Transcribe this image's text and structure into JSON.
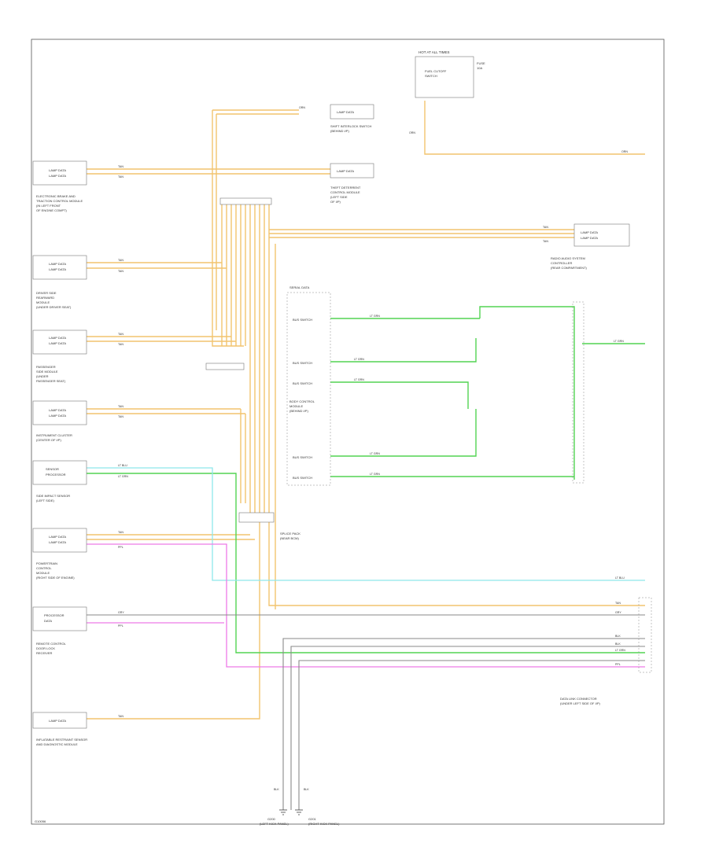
{
  "colors": {
    "orange": "#f2c46e",
    "green": "#52d452",
    "cyan": "#8ee8ea",
    "pink": "#ee7ae8",
    "gray": "#8a8a8a",
    "dark": "#333333"
  },
  "components": {
    "top_box": {
      "header": "HOT AT ALL TIMES",
      "lines": [
        "FUEL CUTOFF",
        "SWITCH"
      ],
      "side": [
        "FUSE",
        "10A"
      ]
    },
    "left1": {
      "lines": [
        "LAMP DATA",
        "LAMP DATA"
      ],
      "caption": [
        "ELECTRONIC BRAKE AND",
        "TRACTION CONTROL MODULE",
        "(IN LEFT FRONT",
        "OF ENGINE COMPT)"
      ]
    },
    "left2": {
      "lines": [
        "LAMP DATA",
        "LAMP DATA"
      ],
      "caption": [
        "DRIVER SIDE",
        "REARWARD",
        "MODULE",
        "(UNDER DRIVER SEAT)"
      ]
    },
    "left3": {
      "lines": [
        "LAMP DATA",
        "LAMP DATA"
      ],
      "caption": [
        "PASSENGER",
        "SIDE MODULE",
        "(UNDER",
        "PASSENGER SEAT)"
      ]
    },
    "left4": {
      "lines": [
        "LAMP DATA",
        "LAMP DATA"
      ],
      "caption": [
        "INSTRUMENT CLUSTER",
        "(CENTER OF I/P)"
      ]
    },
    "left5": {
      "lines": [
        "SENSOR",
        "PROCESSOR"
      ],
      "caption": [
        "SIDE IMPACT SENSOR",
        "(LEFT SIDE)"
      ]
    },
    "left6": {
      "lines": [
        "LAMP DATA",
        "LAMP DATA"
      ],
      "caption": [
        "POWERTRAIN",
        "CONTROL",
        "MODULE",
        "(RIGHT SIDE OF ENGINE)"
      ]
    },
    "left7": {
      "lines": [
        "PROCESSOR",
        "DATA"
      ],
      "caption": [
        "REMOTE CONTROL",
        "DOOR LOCK",
        "RECEIVER"
      ]
    },
    "left8": {
      "lines": [
        "LAMP DATA"
      ],
      "caption": [
        "INFLATABLE RESTRAINT SENSOR",
        "AND DIAGNOSTIC MODULE"
      ]
    },
    "mid_top1": {
      "lines": [
        "LAMP DATA"
      ],
      "caption": [
        "SHIFT INTERLOCK SWITCH",
        "(BEHIND I/P)"
      ]
    },
    "mid_top2": {
      "lines": [
        "LAMP DATA"
      ],
      "caption": [
        "THEFT DETERRENT",
        "CONTROL MODULE",
        "(LEFT SIDE",
        "OF I/P)"
      ]
    },
    "right1": {
      "lines": [
        "LAMP DATA",
        "LAMP DATA"
      ],
      "caption": [
        "RADIO AUDIO SYSTEM",
        "CONTROLLER",
        "(REAR COMPARTMENT)"
      ]
    },
    "mid_right": {
      "header": "SERIAL DATA",
      "rows": [
        "BUS SWITCH",
        "BUS SWITCH",
        "BUS SWITCH",
        "BUS SWITCH",
        "BUS SWITCH"
      ],
      "caption": [
        "BODY CONTROL",
        "MODULE",
        "(BEHIND I/P)"
      ]
    },
    "splice_pack": {
      "caption": [
        "SPLICE PACK",
        "(NEAR BCM)"
      ]
    },
    "ground_left": {
      "caption": [
        "G200",
        "(LEFT KICK PANEL)"
      ]
    },
    "ground_right": {
      "caption": [
        "G201",
        "(RIGHT KICK PANEL)"
      ]
    },
    "dlc": {
      "caption": [
        "DATA LINK CONNECTOR",
        "(UNDER LEFT SIDE OF I/P)"
      ]
    }
  },
  "wire_labels": {
    "w_top_orange": "ORN",
    "w_top_right": "ORN",
    "w_left1_a": "TAN",
    "w_left1_b": "TAN",
    "w_left2_a": "TAN",
    "w_left2_b": "TAN",
    "w_left3_a": "TAN",
    "w_left3_b": "TAN",
    "w_left4_a": "TAN",
    "w_left4_b": "TAN",
    "w_left5_a": "LT BLU",
    "w_left5_b": "LT GRN",
    "w_left6_a": "TAN",
    "w_left6_b": "PPL",
    "w_left7_a": "GRY",
    "w_left7_b": "PPL",
    "w_left8_a": "TAN",
    "w_right1_a": "TAN",
    "w_right1_b": "TAN",
    "w_green_1": "LT GRN",
    "w_green_2": "LT GRN",
    "w_green_3": "LT GRN",
    "w_green_4": "LT GRN",
    "w_green_5": "LT GRN",
    "w_green_right": "LT GRN",
    "w_dlc_1": "LT BLU",
    "w_dlc_2": "TAN",
    "w_dlc_3": "GRY",
    "w_dlc_4": "BLK",
    "w_dlc_5": "BLK",
    "w_dlc_6": "LT GRN",
    "w_dlc_7": "PPL",
    "w_gnd_1": "BLK",
    "w_gnd_2": "BLK",
    "w_fuse": "ORN"
  },
  "footer": {
    "code": "G10056"
  }
}
